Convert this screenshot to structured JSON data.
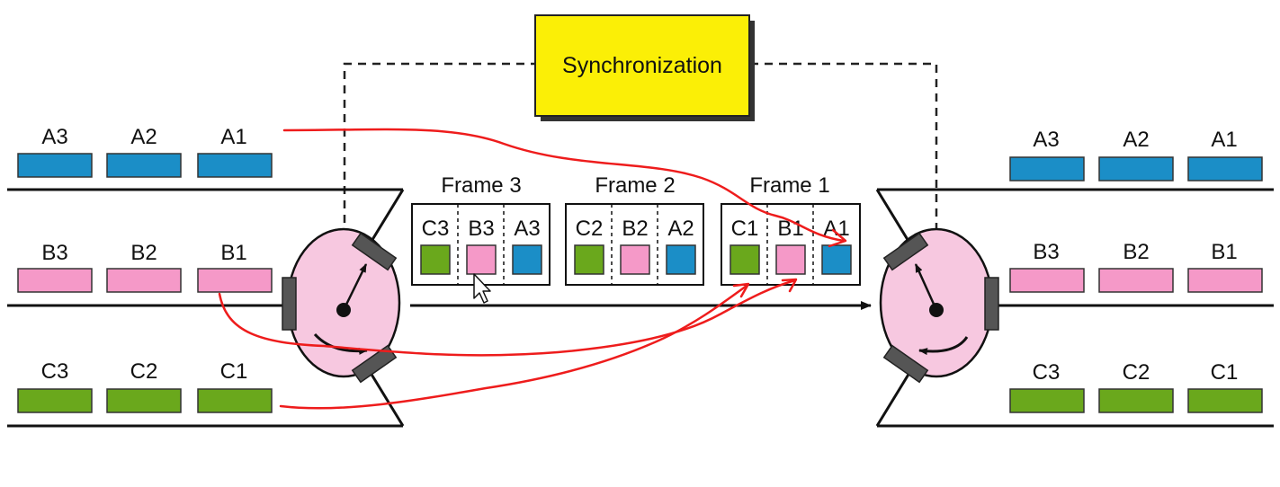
{
  "sync": {
    "label": "Synchronization"
  },
  "colors": {
    "blue": "#1b8ec7",
    "pink": "#f599c8",
    "green": "#6aa81c",
    "yellow": "#fbef06",
    "disk": "#f7c8e0",
    "red": "#ee1c1c"
  },
  "left_channels": {
    "a": [
      "A3",
      "A2",
      "A1"
    ],
    "b": [
      "B3",
      "B2",
      "B1"
    ],
    "c": [
      "C3",
      "C2",
      "C1"
    ]
  },
  "right_channels": {
    "a": [
      "A3",
      "A2",
      "A1"
    ],
    "b": [
      "B3",
      "B2",
      "B1"
    ],
    "c": [
      "C3",
      "C2",
      "C1"
    ]
  },
  "frames": [
    {
      "label": "Frame 3",
      "slots": [
        "C3",
        "B3",
        "A3"
      ]
    },
    {
      "label": "Frame 2",
      "slots": [
        "C2",
        "B2",
        "A2"
      ]
    },
    {
      "label": "Frame 1",
      "slots": [
        "C1",
        "B1",
        "A1"
      ]
    }
  ]
}
